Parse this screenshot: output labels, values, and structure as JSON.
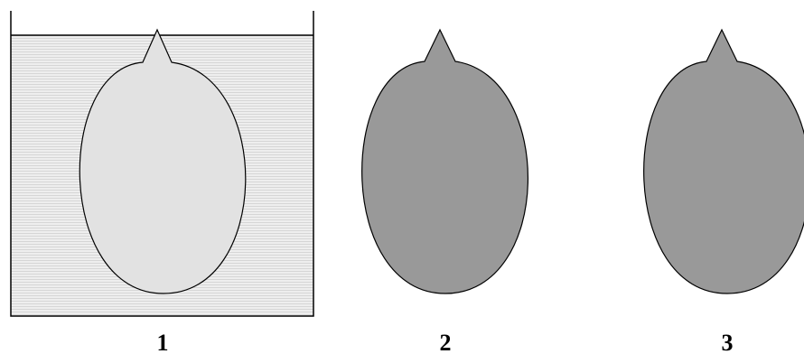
{
  "figures": [
    {
      "label": "1",
      "fill": "#e2e2e2",
      "in_liquid": true
    },
    {
      "label": "2",
      "fill": "#999999",
      "in_liquid": false
    },
    {
      "label": "3",
      "fill": "#999999",
      "in_liquid": false
    }
  ],
  "colors": {
    "outline": "#000000",
    "liquid": "#eeeeee",
    "liquid_lines": "#d6d6d6",
    "background": "#ffffff"
  }
}
